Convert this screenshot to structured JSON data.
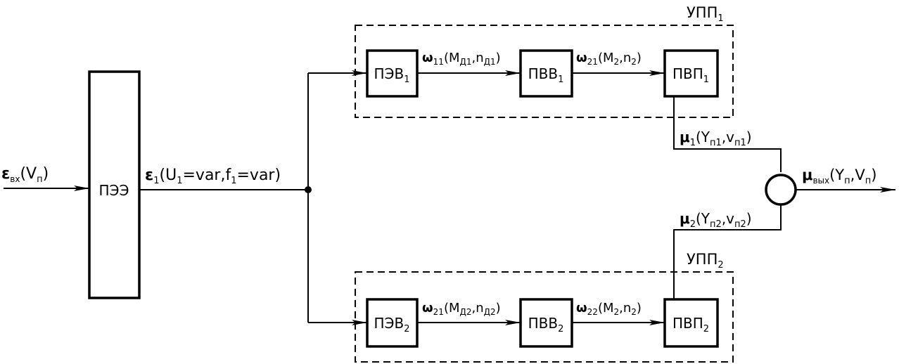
{
  "blocks": {
    "pee": "ПЭЭ",
    "pev1": {
      "main": "ПЭВ",
      "sub": "1"
    },
    "pvv1": {
      "main": "ПВВ",
      "sub": "1"
    },
    "pvp1": {
      "main": "ПВП",
      "sub": "1"
    },
    "pev2": {
      "main": "ПЭВ",
      "sub": "2"
    },
    "pvv2": {
      "main": "ПВВ",
      "sub": "2"
    },
    "pvp2": {
      "main": "ПВП",
      "sub": "2"
    }
  },
  "groups": {
    "upp1": {
      "main": "УПП",
      "sub": "1"
    },
    "upp2": {
      "main": "УПП",
      "sub": "2"
    }
  },
  "signals": {
    "input": {
      "sym": "ε",
      "sym_sub": "вх",
      "args": "(V",
      "args_sub": "п",
      "close": ")"
    },
    "e1": {
      "sym": "ε",
      "sym_sub": "1",
      "p1": "(U",
      "p1_sub": "1",
      "p2": "=var,f",
      "p2_sub": "1",
      "p3": "=var)"
    },
    "w11": {
      "sym": "ω",
      "sym_sub": "11",
      "a": "(M",
      "a_sub": "Д1",
      "b": ",n",
      "b_sub": "Д1",
      "close": ")"
    },
    "w21_top": {
      "sym": "ω",
      "sym_sub": "21",
      "a": "(M",
      "a_sub": "2",
      "b": ",n",
      "b_sub": "2",
      "close": ")"
    },
    "w21_bot": {
      "sym": "ω",
      "sym_sub": "21",
      "a": "(M",
      "a_sub": "Д2",
      "b": ",n",
      "b_sub": "Д2",
      "close": ")"
    },
    "w22": {
      "sym": "ω",
      "sym_sub": "22",
      "a": "(M",
      "a_sub": "2",
      "b": ",n",
      "b_sub": "2",
      "close": ")"
    },
    "mu1": {
      "sym": "μ",
      "sym_sub": "1",
      "a": "(Y",
      "a_sub": "п1",
      "b": ",v",
      "b_sub": "п1",
      "close": ")"
    },
    "mu2": {
      "sym": "μ",
      "sym_sub": "2",
      "a": "(Y",
      "a_sub": "п2",
      "b": ",v",
      "b_sub": "п2",
      "close": ")"
    },
    "out": {
      "sym": "μ",
      "sym_sub": "вых",
      "a": "(Y",
      "a_sub": "п",
      "b": ",V",
      "b_sub": "п",
      "close": ")"
    }
  }
}
